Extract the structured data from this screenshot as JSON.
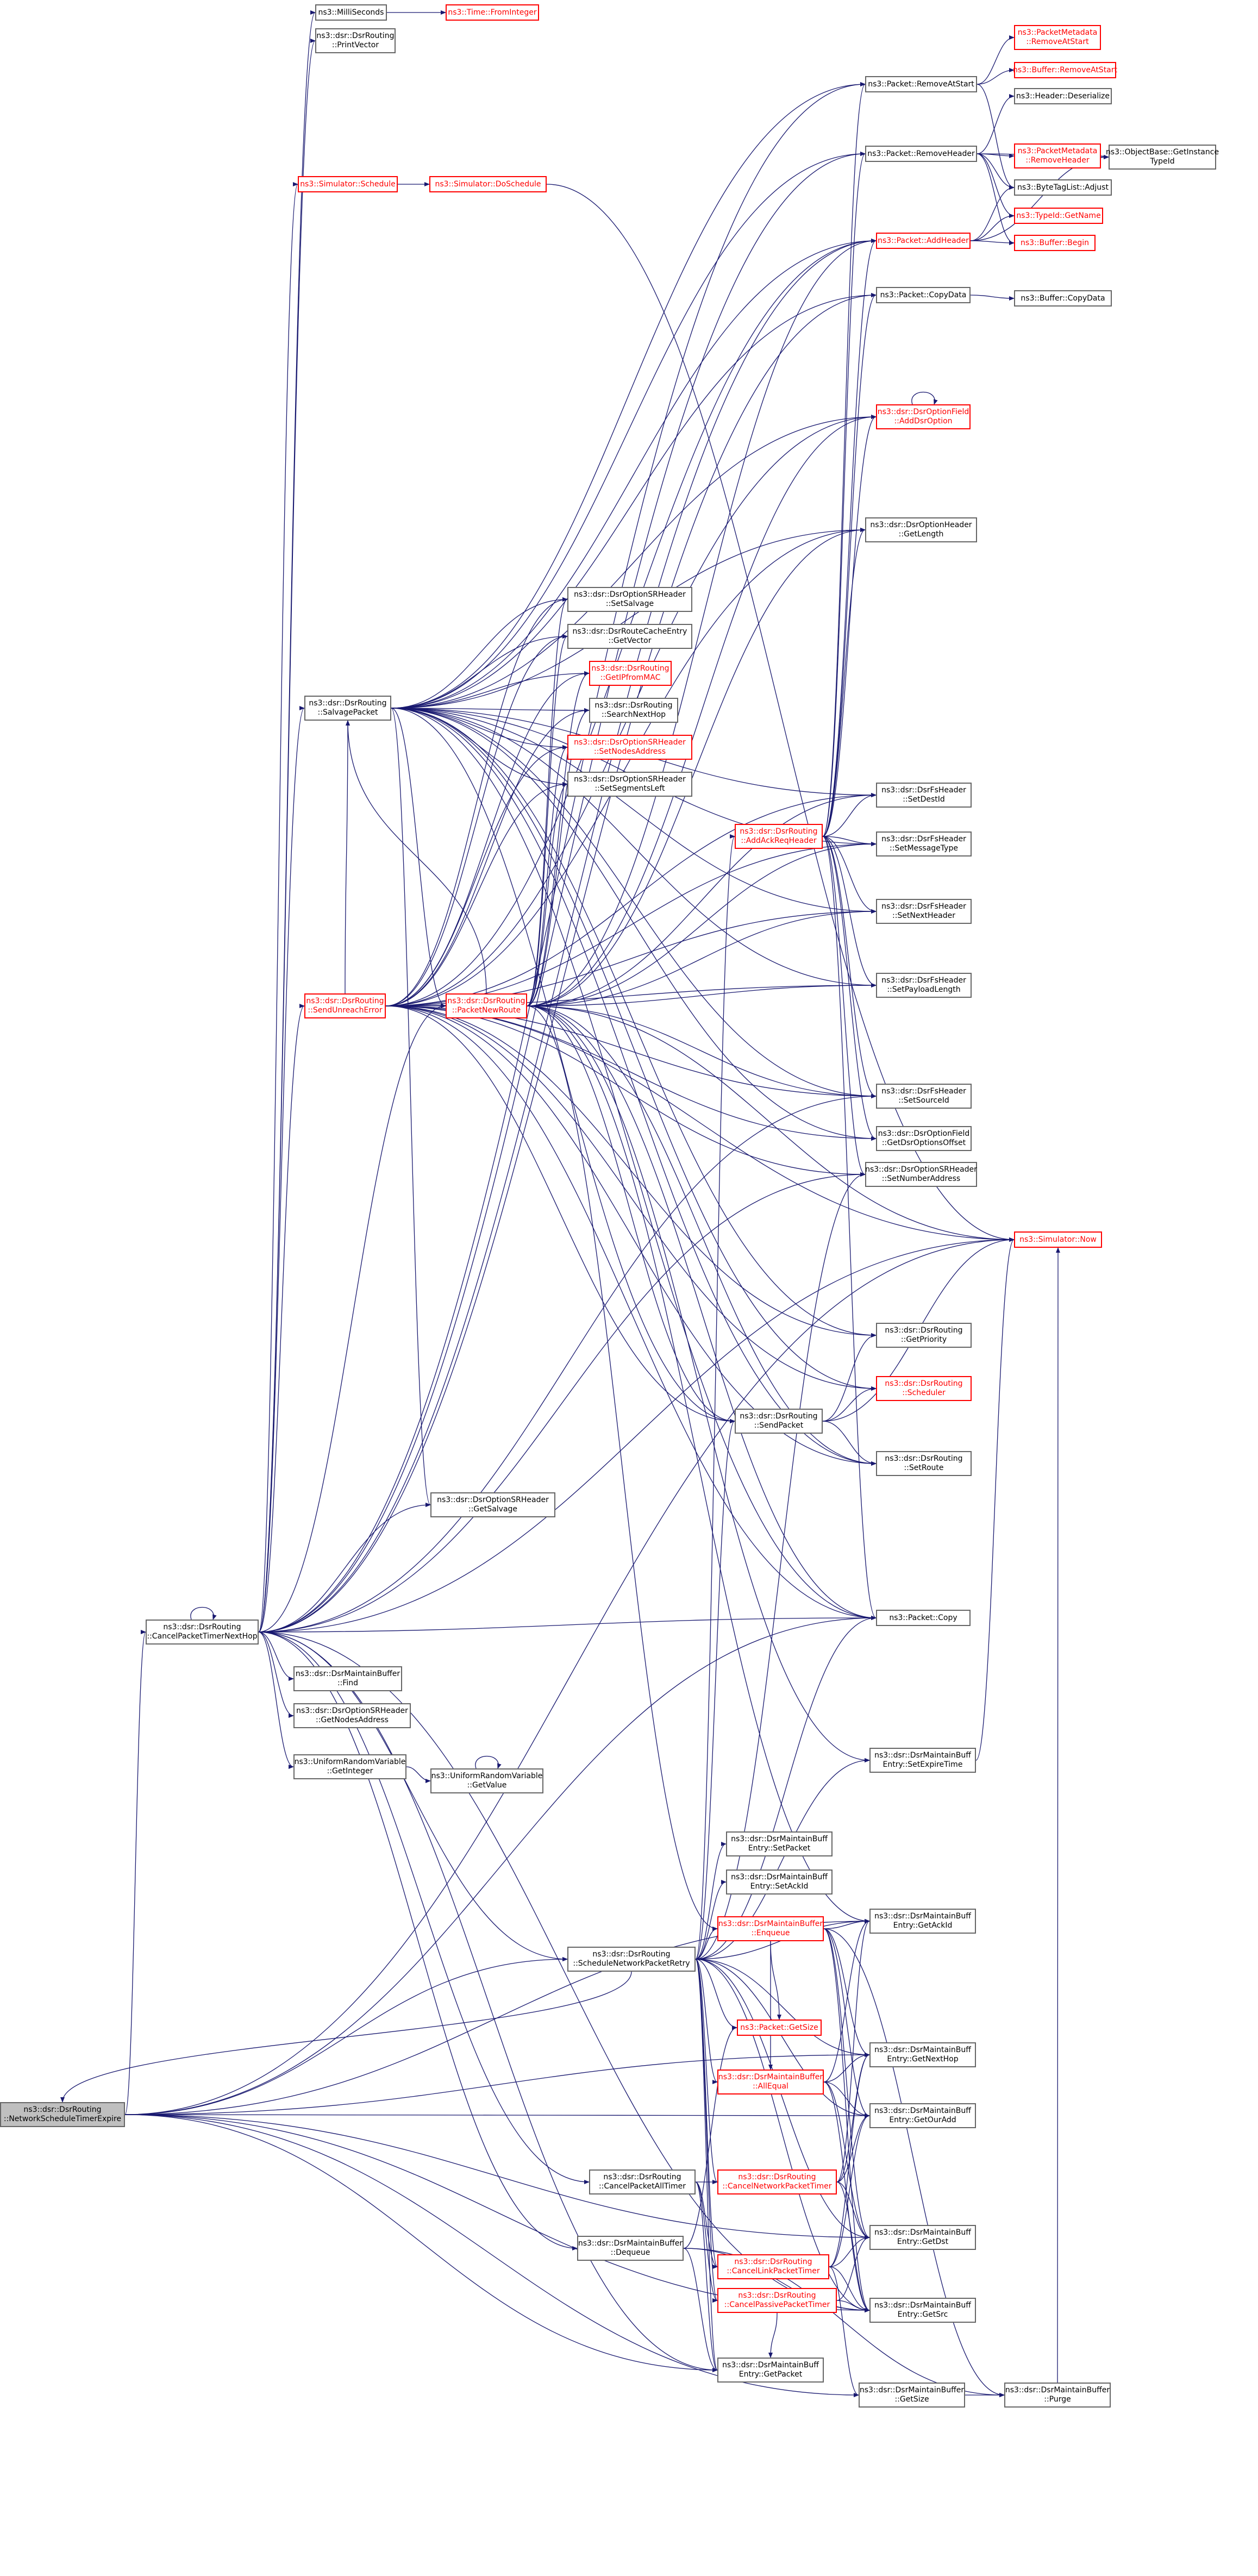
{
  "colors": {
    "edge": "#191970",
    "border": "#666666",
    "red": "#ff0000",
    "root_fill": "#bfbfbf"
  },
  "nodes": [
    {
      "id": "ms",
      "l1": "ns3::MilliSeconds",
      "l2": "",
      "red": false
    },
    {
      "id": "tfi",
      "l1": "ns3::Time::FromInteger",
      "l2": "",
      "red": true
    },
    {
      "id": "pv",
      "l1": "ns3::dsr::DsrRouting",
      "l2": "::PrintVector",
      "red": false
    },
    {
      "id": "pras",
      "l1": "ns3::Packet::RemoveAtStart",
      "l2": "",
      "red": false
    },
    {
      "id": "pmras",
      "l1": "ns3::PacketMetadata",
      "l2": "::RemoveAtStart",
      "red": true
    },
    {
      "id": "bras",
      "l1": "ns3::Buffer::RemoveAtStart",
      "l2": "",
      "red": true
    },
    {
      "id": "hdes",
      "l1": "ns3::Header::Deserialize",
      "l2": "",
      "red": false
    },
    {
      "id": "prh",
      "l1": "ns3::Packet::RemoveHeader",
      "l2": "",
      "red": false
    },
    {
      "id": "obgit",
      "l1": "ns3::ObjectBase::GetInstance",
      "l2": "TypeId",
      "red": false
    },
    {
      "id": "pmrh",
      "l1": "ns3::PacketMetadata",
      "l2": "::RemoveHeader",
      "red": true
    },
    {
      "id": "sch",
      "l1": "ns3::Simulator::Schedule",
      "l2": "",
      "red": true
    },
    {
      "id": "dosch",
      "l1": "ns3::Simulator::DoSchedule",
      "l2": "",
      "red": true
    },
    {
      "id": "btla",
      "l1": "ns3::ByteTagList::Adjust",
      "l2": "",
      "red": false
    },
    {
      "id": "tign",
      "l1": "ns3::TypeId::GetName",
      "l2": "",
      "red": true
    },
    {
      "id": "pah",
      "l1": "ns3::Packet::AddHeader",
      "l2": "",
      "red": true
    },
    {
      "id": "bbeg",
      "l1": "ns3::Buffer::Begin",
      "l2": "",
      "red": true
    },
    {
      "id": "pcd",
      "l1": "ns3::Packet::CopyData",
      "l2": "",
      "red": false
    },
    {
      "id": "bcd",
      "l1": "ns3::Buffer::CopyData",
      "l2": "",
      "red": false
    },
    {
      "id": "ofado",
      "l1": "ns3::dsr::DsrOptionField",
      "l2": "::AddDsrOption",
      "red": true
    },
    {
      "id": "ohgl",
      "l1": "ns3::dsr::DsrOptionHeader",
      "l2": "::GetLength",
      "red": false
    },
    {
      "id": "srss",
      "l1": "ns3::dsr::DsrOptionSRHeader",
      "l2": "::SetSalvage",
      "red": false
    },
    {
      "id": "rcegv",
      "l1": "ns3::dsr::DsrRouteCacheEntry",
      "l2": "::GetVector",
      "red": false
    },
    {
      "id": "gifm",
      "l1": "ns3::dsr::DsrRouting",
      "l2": "::GetIPfromMAC",
      "red": true
    },
    {
      "id": "snh",
      "l1": "ns3::dsr::DsrRouting",
      "l2": "::SearchNextHop",
      "red": false
    },
    {
      "id": "sna",
      "l1": "ns3::dsr::DsrOptionSRHeader",
      "l2": "::SetNodesAddress",
      "red": true
    },
    {
      "id": "ssl",
      "l1": "ns3::dsr::DsrOptionSRHeader",
      "l2": "::SetSegmentsLeft",
      "red": false
    },
    {
      "id": "salv",
      "l1": "ns3::dsr::DsrRouting",
      "l2": "::SalvagePacket",
      "red": false
    },
    {
      "id": "fsdi",
      "l1": "ns3::dsr::DsrFsHeader",
      "l2": "::SetDestId",
      "red": false
    },
    {
      "id": "aarh",
      "l1": "ns3::dsr::DsrRouting",
      "l2": "::AddAckReqHeader",
      "red": true
    },
    {
      "id": "fsmt",
      "l1": "ns3::dsr::DsrFsHeader",
      "l2": "::SetMessageType",
      "red": false
    },
    {
      "id": "fsnh",
      "l1": "ns3::dsr::DsrFsHeader",
      "l2": "::SetNextHeader",
      "red": false
    },
    {
      "id": "sure",
      "l1": "ns3::dsr::DsrRouting",
      "l2": "::SendUnreachError",
      "red": true
    },
    {
      "id": "pnr",
      "l1": "ns3::dsr::DsrRouting",
      "l2": "::PacketNewRoute",
      "red": true
    },
    {
      "id": "fspl",
      "l1": "ns3::dsr::DsrFsHeader",
      "l2": "::SetPayloadLength",
      "red": false
    },
    {
      "id": "fssi",
      "l1": "ns3::dsr::DsrFsHeader",
      "l2": "::SetSourceId",
      "red": false
    },
    {
      "id": "ofgo",
      "l1": "ns3::dsr::DsrOptionField",
      "l2": "::GetDsrOptionsOffset",
      "red": false
    },
    {
      "id": "srsna",
      "l1": "ns3::dsr::DsrOptionSRHeader",
      "l2": "::SetNumberAddress",
      "red": false
    },
    {
      "id": "snow",
      "l1": "ns3::Simulator::Now",
      "l2": "",
      "red": true
    },
    {
      "id": "gpri",
      "l1": "ns3::dsr::DsrRouting",
      "l2": "::GetPriority",
      "red": false
    },
    {
      "id": "schd",
      "l1": "ns3::dsr::DsrRouting",
      "l2": "::Scheduler",
      "red": true
    },
    {
      "id": "sp",
      "l1": "ns3::dsr::DsrRouting",
      "l2": "::SendPacket",
      "red": false
    },
    {
      "id": "sr",
      "l1": "ns3::dsr::DsrRouting",
      "l2": "::SetRoute",
      "red": false
    },
    {
      "id": "srgs",
      "l1": "ns3::dsr::DsrOptionSRHeader",
      "l2": "::GetSalvage",
      "red": false
    },
    {
      "id": "cptnh",
      "l1": "ns3::dsr::DsrRouting",
      "l2": "::CancelPacketTimerNextHop",
      "red": false
    },
    {
      "id": "pcopy",
      "l1": "ns3::Packet::Copy",
      "l2": "",
      "red": false
    },
    {
      "id": "mbf",
      "l1": "ns3::dsr::DsrMaintainBuffer",
      "l2": "::Find",
      "red": false
    },
    {
      "id": "srgna",
      "l1": "ns3::dsr::DsrOptionSRHeader",
      "l2": "::GetNodesAddress",
      "red": false
    },
    {
      "id": "urvgi",
      "l1": "ns3::UniformRandomVariable",
      "l2": "::GetInteger",
      "red": false
    },
    {
      "id": "urvgv",
      "l1": "ns3::UniformRandomVariable",
      "l2": "::GetValue",
      "red": false
    },
    {
      "id": "mbset",
      "l1": "ns3::dsr::DsrMaintainBuff",
      "l2": "Entry::SetExpireTime",
      "red": false
    },
    {
      "id": "mbsp",
      "l1": "ns3::dsr::DsrMaintainBuff",
      "l2": "Entry::SetPacket",
      "red": false
    },
    {
      "id": "mbsai",
      "l1": "ns3::dsr::DsrMaintainBuff",
      "l2": "Entry::SetAckId",
      "red": false
    },
    {
      "id": "mbgai",
      "l1": "ns3::dsr::DsrMaintainBuff",
      "l2": "Entry::GetAckId",
      "red": false
    },
    {
      "id": "snpr",
      "l1": "ns3::dsr::DsrRouting",
      "l2": "::ScheduleNetworkPacketRetry",
      "red": false
    },
    {
      "id": "mbenq",
      "l1": "ns3::dsr::DsrMaintainBuffer",
      "l2": "::Enqueue",
      "red": true
    },
    {
      "id": "pgs",
      "l1": "ns3::Packet::GetSize",
      "l2": "",
      "red": true
    },
    {
      "id": "mbgnh",
      "l1": "ns3::dsr::DsrMaintainBuff",
      "l2": "Entry::GetNextHop",
      "red": false
    },
    {
      "id": "mbae",
      "l1": "ns3::dsr::DsrMaintainBuffer",
      "l2": "::AllEqual",
      "red": true
    },
    {
      "id": "mbgoa",
      "l1": "ns3::dsr::DsrMaintainBuff",
      "l2": "Entry::GetOurAdd",
      "red": false
    },
    {
      "id": "nste",
      "l1": "ns3::dsr::DsrRouting",
      "l2": "::NetworkScheduleTimerExpire",
      "red": false,
      "root": true
    },
    {
      "id": "cpat",
      "l1": "ns3::dsr::DsrRouting",
      "l2": "::CancelPacketAllTimer",
      "red": false
    },
    {
      "id": "cnpt",
      "l1": "ns3::dsr::DsrRouting",
      "l2": "::CancelNetworkPacketTimer",
      "red": true
    },
    {
      "id": "mbgd",
      "l1": "ns3::dsr::DsrMaintainBuff",
      "l2": "Entry::GetDst",
      "red": false
    },
    {
      "id": "mbdq",
      "l1": "ns3::dsr::DsrMaintainBuffer",
      "l2": "::Dequeue",
      "red": false
    },
    {
      "id": "clpt",
      "l1": "ns3::dsr::DsrRouting",
      "l2": "::CancelLinkPacketTimer",
      "red": true
    },
    {
      "id": "cppt",
      "l1": "ns3::dsr::DsrRouting",
      "l2": "::CancelPassivePacketTimer",
      "red": true
    },
    {
      "id": "mbgsrc",
      "l1": "ns3::dsr::DsrMaintainBuff",
      "l2": "Entry::GetSrc",
      "red": false
    },
    {
      "id": "mbgp",
      "l1": "ns3::dsr::DsrMaintainBuff",
      "l2": "Entry::GetPacket",
      "red": false
    },
    {
      "id": "mbgsz",
      "l1": "ns3::dsr::DsrMaintainBuffer",
      "l2": "::GetSize",
      "red": false
    },
    {
      "id": "mbpurge",
      "l1": "ns3::dsr::DsrMaintainBuffer",
      "l2": "::Purge",
      "red": false
    }
  ],
  "edges": [
    [
      "nste",
      "cptnh"
    ],
    [
      "nste",
      "snpr"
    ],
    [
      "nste",
      "pcopy"
    ],
    [
      "nste",
      "mbgai"
    ],
    [
      "nste",
      "mbgnh"
    ],
    [
      "nste",
      "mbgoa"
    ],
    [
      "nste",
      "mbgd"
    ],
    [
      "nste",
      "mbgsrc"
    ],
    [
      "nste",
      "mbgp"
    ],
    [
      "nste",
      "mbgsz"
    ],
    [
      "nste",
      "snow"
    ],
    [
      "cptnh",
      "ms"
    ],
    [
      "cptnh",
      "pv"
    ],
    [
      "cptnh",
      "pras"
    ],
    [
      "cptnh",
      "prh"
    ],
    [
      "cptnh",
      "sch"
    ],
    [
      "cptnh",
      "pah"
    ],
    [
      "cptnh",
      "pcd"
    ],
    [
      "cptnh",
      "salv"
    ],
    [
      "cptnh",
      "sure"
    ],
    [
      "cptnh",
      "pnr"
    ],
    [
      "cptnh",
      "srgs"
    ],
    [
      "cptnh",
      "pcopy"
    ],
    [
      "cptnh",
      "mbf"
    ],
    [
      "cptnh",
      "srgna"
    ],
    [
      "cptnh",
      "urvgi"
    ],
    [
      "cptnh",
      "snpr"
    ],
    [
      "cptnh",
      "cpat"
    ],
    [
      "cptnh",
      "mbdq"
    ],
    [
      "cptnh",
      "mbgp"
    ],
    [
      "cptnh",
      "mbgsrc"
    ],
    [
      "cptnh",
      "snow"
    ],
    [
      "cptnh",
      "cptnh"
    ],
    [
      "cptnh",
      "fssi"
    ],
    [
      "cptnh",
      "srsna"
    ],
    [
      "ms",
      "tfi"
    ],
    [
      "sch",
      "dosch"
    ],
    [
      "dosch",
      "snow"
    ],
    [
      "pras",
      "pmras"
    ],
    [
      "pras",
      "bras"
    ],
    [
      "pras",
      "btla"
    ],
    [
      "prh",
      "hdes"
    ],
    [
      "prh",
      "pmrh"
    ],
    [
      "prh",
      "btla"
    ],
    [
      "prh",
      "tign"
    ],
    [
      "prh",
      "bbeg"
    ],
    [
      "prh",
      "obgit"
    ],
    [
      "pmrh",
      "obgit"
    ],
    [
      "pah",
      "btla"
    ],
    [
      "pah",
      "obgit"
    ],
    [
      "pah",
      "bbeg"
    ],
    [
      "pah",
      "tign"
    ],
    [
      "pcd",
      "bcd"
    ],
    [
      "ofado",
      "ofado"
    ],
    [
      "urvgi",
      "urvgv"
    ],
    [
      "urvgv",
      "urvgv"
    ],
    [
      "salv",
      "srss"
    ],
    [
      "salv",
      "rcegv"
    ],
    [
      "salv",
      "gifm"
    ],
    [
      "salv",
      "snh"
    ],
    [
      "salv",
      "sna"
    ],
    [
      "salv",
      "ssl"
    ],
    [
      "salv",
      "fsdi"
    ],
    [
      "salv",
      "fsmt"
    ],
    [
      "salv",
      "fsnh"
    ],
    [
      "salv",
      "fspl"
    ],
    [
      "salv",
      "fssi"
    ],
    [
      "salv",
      "ofado"
    ],
    [
      "salv",
      "ohgl"
    ],
    [
      "salv",
      "pah"
    ],
    [
      "salv",
      "pcd"
    ],
    [
      "salv",
      "prh"
    ],
    [
      "salv",
      "pras"
    ],
    [
      "salv",
      "pcopy"
    ],
    [
      "salv",
      "srgs"
    ],
    [
      "salv",
      "sp"
    ],
    [
      "salv",
      "sr"
    ],
    [
      "salv",
      "gpri"
    ],
    [
      "salv",
      "schd"
    ],
    [
      "salv",
      "ofgo"
    ],
    [
      "salv",
      "pnr"
    ],
    [
      "sure",
      "pnr"
    ],
    [
      "sure",
      "srss"
    ],
    [
      "sure",
      "rcegv"
    ],
    [
      "sure",
      "gifm"
    ],
    [
      "sure",
      "snh"
    ],
    [
      "sure",
      "sna"
    ],
    [
      "sure",
      "ssl"
    ],
    [
      "sure",
      "fsdi"
    ],
    [
      "sure",
      "fsmt"
    ],
    [
      "sure",
      "fsnh"
    ],
    [
      "sure",
      "fspl"
    ],
    [
      "sure",
      "fssi"
    ],
    [
      "sure",
      "ofado"
    ],
    [
      "sure",
      "ohgl"
    ],
    [
      "sure",
      "pah"
    ],
    [
      "sure",
      "pcopy"
    ],
    [
      "sure",
      "sp"
    ],
    [
      "sure",
      "sr"
    ],
    [
      "sure",
      "gpri"
    ],
    [
      "sure",
      "schd"
    ],
    [
      "sure",
      "snow"
    ],
    [
      "sure",
      "ofgo"
    ],
    [
      "sure",
      "srsna"
    ],
    [
      "sure",
      "salv"
    ],
    [
      "pnr",
      "srss"
    ],
    [
      "pnr",
      "rcegv"
    ],
    [
      "pnr",
      "gifm"
    ],
    [
      "pnr",
      "snh"
    ],
    [
      "pnr",
      "sna"
    ],
    [
      "pnr",
      "ssl"
    ],
    [
      "pnr",
      "fsdi"
    ],
    [
      "pnr",
      "fsmt"
    ],
    [
      "pnr",
      "fsnh"
    ],
    [
      "pnr",
      "fspl"
    ],
    [
      "pnr",
      "fssi"
    ],
    [
      "pnr",
      "ofado"
    ],
    [
      "pnr",
      "ohgl"
    ],
    [
      "pnr",
      "pah"
    ],
    [
      "pnr",
      "pcopy"
    ],
    [
      "pnr",
      "sp"
    ],
    [
      "pnr",
      "sr"
    ],
    [
      "pnr",
      "snow"
    ],
    [
      "pnr",
      "mbenq"
    ],
    [
      "pnr",
      "mbgai"
    ],
    [
      "pnr",
      "mbset"
    ],
    [
      "pnr",
      "salv"
    ],
    [
      "aarh",
      "pah"
    ],
    [
      "aarh",
      "prh"
    ],
    [
      "aarh",
      "pras"
    ],
    [
      "aarh",
      "pcd"
    ],
    [
      "aarh",
      "ofado"
    ],
    [
      "aarh",
      "ohgl"
    ],
    [
      "aarh",
      "fsdi"
    ],
    [
      "aarh",
      "fsmt"
    ],
    [
      "aarh",
      "fsnh"
    ],
    [
      "aarh",
      "fspl"
    ],
    [
      "aarh",
      "fssi"
    ],
    [
      "aarh",
      "ofgo"
    ],
    [
      "aarh",
      "srsna"
    ],
    [
      "aarh",
      "pcopy"
    ],
    [
      "sp",
      "gpri"
    ],
    [
      "sp",
      "schd"
    ],
    [
      "sp",
      "sr"
    ],
    [
      "sp",
      "snow"
    ],
    [
      "snpr",
      "aarh"
    ],
    [
      "snpr",
      "sp"
    ],
    [
      "snpr",
      "pcopy"
    ],
    [
      "snpr",
      "pgs"
    ],
    [
      "snpr",
      "mbset"
    ],
    [
      "snpr",
      "mbsp"
    ],
    [
      "snpr",
      "mbsai"
    ],
    [
      "snpr",
      "mbgai"
    ],
    [
      "snpr",
      "mbenq"
    ],
    [
      "snpr",
      "mbae"
    ],
    [
      "snpr",
      "mbgnh"
    ],
    [
      "snpr",
      "mbgoa"
    ],
    [
      "snpr",
      "mbgd"
    ],
    [
      "snpr",
      "mbgsrc"
    ],
    [
      "snpr",
      "mbgp"
    ],
    [
      "snpr",
      "cnpt"
    ],
    [
      "snpr",
      "clpt"
    ],
    [
      "snpr",
      "cppt"
    ],
    [
      "snpr",
      "nste"
    ],
    [
      "snpr",
      "srsna"
    ],
    [
      "mbenq",
      "mbgai"
    ],
    [
      "mbenq",
      "mbgnh"
    ],
    [
      "mbenq",
      "mbgoa"
    ],
    [
      "mbenq",
      "mbgd"
    ],
    [
      "mbenq",
      "mbgsrc"
    ],
    [
      "mbenq",
      "pgs"
    ],
    [
      "mbenq",
      "mbpurge"
    ],
    [
      "mbenq",
      "mbae"
    ],
    [
      "mbae",
      "mbgnh"
    ],
    [
      "mbae",
      "mbgoa"
    ],
    [
      "mbae",
      "mbgd"
    ],
    [
      "mbae",
      "mbgsrc"
    ],
    [
      "mbae",
      "mbgai"
    ],
    [
      "cpat",
      "cnpt"
    ],
    [
      "cpat",
      "clpt"
    ],
    [
      "cpat",
      "cppt"
    ],
    [
      "cpat",
      "mbgp"
    ],
    [
      "cnpt",
      "mbgnh"
    ],
    [
      "cnpt",
      "mbgoa"
    ],
    [
      "cnpt",
      "mbgd"
    ],
    [
      "cnpt",
      "mbgsrc"
    ],
    [
      "cnpt",
      "mbgai"
    ],
    [
      "clpt",
      "mbgnh"
    ],
    [
      "clpt",
      "mbgoa"
    ],
    [
      "clpt",
      "mbgd"
    ],
    [
      "clpt",
      "mbgsrc"
    ],
    [
      "clpt",
      "mbgsz"
    ],
    [
      "cppt",
      "mbgd"
    ],
    [
      "cppt",
      "mbgsrc"
    ],
    [
      "cppt",
      "mbgp"
    ],
    [
      "mbdq",
      "pgs"
    ],
    [
      "mbdq",
      "mbgsrc"
    ],
    [
      "mbdq",
      "mbgp"
    ],
    [
      "mbdq",
      "mbpurge"
    ],
    [
      "mbgsz",
      "mbpurge"
    ],
    [
      "mbset",
      "snow"
    ],
    [
      "mbpurge",
      "snow"
    ]
  ]
}
